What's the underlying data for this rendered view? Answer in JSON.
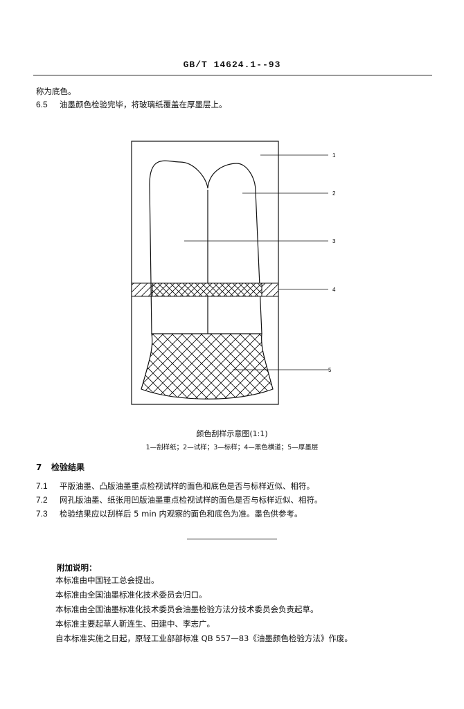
{
  "header": {
    "standard_code": "GB/T 14624.1--93"
  },
  "intro_text": "称为底色。",
  "clause_6_5": {
    "number": "6.5",
    "text": "油墨颜色检验完毕，将玻璃纸覆盖在厚墨层上。"
  },
  "figure": {
    "labels": [
      "1",
      "2",
      "3",
      "4",
      "5"
    ],
    "caption": "颜色刮样示意图(1:1)",
    "legend": "1—刮样纸；2—试样；3—标样；4—黑色横道；5—厚墨层"
  },
  "section_7": {
    "number": "7",
    "title": "检验结果",
    "items": [
      {
        "number": "7.1",
        "text": "平版油墨、凸版油墨重点检视试样的面色和底色是否与标样近似、相符。"
      },
      {
        "number": "7.2",
        "text": "网孔版油墨、纸张用凹版油墨重点检视试样的面色是否与标样近似、相符。"
      },
      {
        "number": "7.3",
        "text": "检验结果应以刮样后 5 min 内观察的面色和底色为准。墨色供参考。"
      }
    ]
  },
  "additional_notes": {
    "title": "附加说明：",
    "lines": [
      "本标准由中国轻工总会提出。",
      "本标准由全国油墨标准化技术委员会归口。",
      "本标准由全国油墨标准化技术委员会油墨检验方法分技术委员会负责起草。",
      "本标准主要起草人靳连生、田建中、李志广。",
      "自本标准实施之日起，原轻工业部部标准 QB 557—83《油墨颜色检验方法》作废。"
    ]
  }
}
